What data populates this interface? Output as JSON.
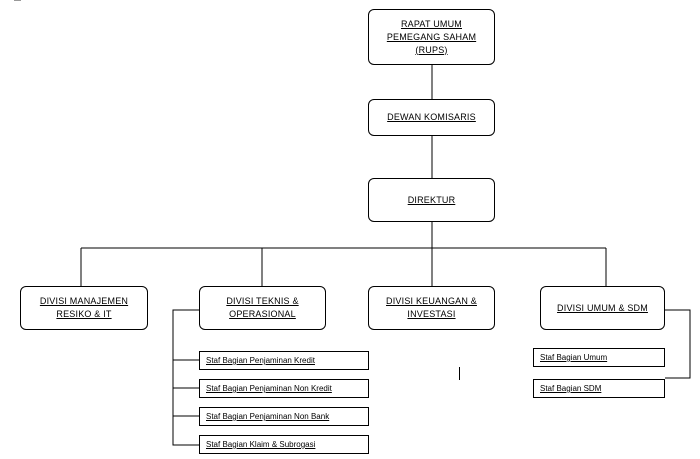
{
  "nodes": {
    "rups": "RAPAT UMUM\nPEMEGANG SAHAM\n(RUPS)",
    "komisaris": "DEWAN KOMISARIS",
    "direktur": "DIREKTUR",
    "div_manajemen": "DIVISI MANAJEMEN\nRESIKO & IT",
    "div_teknis": "DIVISI TEKNIS &\nOPERASIONAL",
    "div_keuangan": "DIVISI KEUANGAN &\nINVESTASI",
    "div_umum": "DIVISI UMUM & SDM"
  },
  "teknis_staff": [
    "Staf Bagian Penjaminan Kredit",
    "Staf Bagian Penjaminan Non Kredit",
    "Staf Bagian Penjaminan Non Bank",
    "Staf Bagian Klaim & Subrogasi"
  ],
  "umum_staff": [
    "Staf Bagian Umum",
    "Staf Bagian SDM"
  ]
}
